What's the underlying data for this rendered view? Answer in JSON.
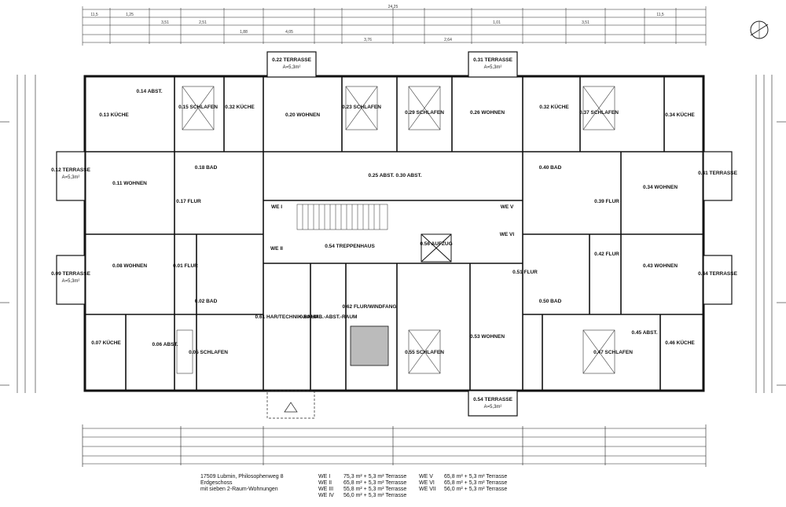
{
  "caption": {
    "line1": "17509 Lubmin, Philosophenweg 8",
    "line2": "Erdgeschoss",
    "line3": "mit sieben 2-Raum-Wohnungen"
  },
  "units_left": [
    {
      "we": "WE I",
      "area": "75,3 m² + 5,3 m² Terrasse"
    },
    {
      "we": "WE II",
      "area": "65,8 m² + 5,3 m² Terrasse"
    },
    {
      "we": "WE III",
      "area": "55,8 m² + 5,3 m² Terrasse"
    },
    {
      "we": "WE IV",
      "area": "56,0 m² + 5,3 m² Terrasse"
    }
  ],
  "units_right": [
    {
      "we": "WE V",
      "area": "65,8 m² + 5,3 m² Terrasse"
    },
    {
      "we": "WE VI",
      "area": "65,8 m² + 5,3 m² Terrasse"
    },
    {
      "we": "WE VII",
      "area": "56,0 m² + 5,3 m² Terrasse"
    }
  ],
  "rooms": {
    "terrasse_top_l": "0.22 TERRASSE",
    "terrasse_top_r": "0.31 TERRASSE",
    "terrasse_left_1": "0.12 TERRASSE",
    "terrasse_left_2": "0.09 TERRASSE",
    "terrasse_right_1": "0.41 TERRASSE",
    "terrasse_right_2": "0.44 TERRASSE",
    "terrasse_bottom": "0.54 TERRASSE",
    "area_terrasse": "A=5,3m²",
    "kueche_1": "0.13 KÜCHE",
    "kueche_2": "0.32 KÜCHE",
    "kueche_3": "0.34 KÜCHE",
    "kueche_4": "0.07 KÜCHE",
    "kueche_5": "0.46 KÜCHE",
    "schlafen_1": "0.15 SCHLAFEN",
    "schlafen_2": "0.23 SCHLAFEN",
    "schlafen_3": "0.29 SCHLAFEN",
    "schlafen_4": "0.37 SCHLAFEN",
    "schlafen_5": "0.05 SCHLAFEN",
    "schlafen_6": "0.55 SCHLAFEN",
    "schlafen_7": "0.47 SCHLAFEN",
    "wohnen_1": "0.20 WOHNEN",
    "wohnen_2": "0.26 WOHNEN",
    "wohnen_3": "0.11 WOHNEN",
    "wohnen_4": "0.34 WOHNEN",
    "wohnen_5": "0.08 WOHNEN",
    "wohnen_6": "0.43 WOHNEN",
    "wohnen_7": "0.53 WOHNEN",
    "bad_1": "0.18 BAD",
    "bad_2": "0.40 BAD",
    "bad_3": "0.02 BAD",
    "bad_4": "0.50 BAD",
    "flur_1": "0.17 FLUR",
    "flur_2": "0.39 FLUR",
    "flur_3": "0.01 FLUR",
    "flur_4": "0.51 FLUR",
    "flur_5": "0.42 FLUR",
    "abst_1": "0.14 ABST.",
    "abst_2": "0.06 ABST.",
    "abst_3": "0.45 ABST.",
    "abst_4": "0.25 ABST.",
    "abst_5": "0.30 ABST.",
    "treppenhaus": "0.54 TREPPENHAUS",
    "aufzug": "0.56 AUFZUG",
    "technik": "0.61 HAR/TECHNIK-RAUM",
    "abstellraum": "0.60 HAB.-ABST.-RAUM",
    "windfang": "0.62 FLUR/WINDFANG",
    "we1": "WE I",
    "we2": "WE II",
    "we5": "WE V",
    "we6": "WE VI"
  },
  "dims": {
    "d1": "1,25",
    "d2": "3,51",
    "d3": "2,51",
    "d4": "1,88",
    "d5": "11,5",
    "d6": "4,05",
    "d7": "3,76",
    "d8": "2,64",
    "d9": "1,01",
    "d10": "24,25"
  }
}
